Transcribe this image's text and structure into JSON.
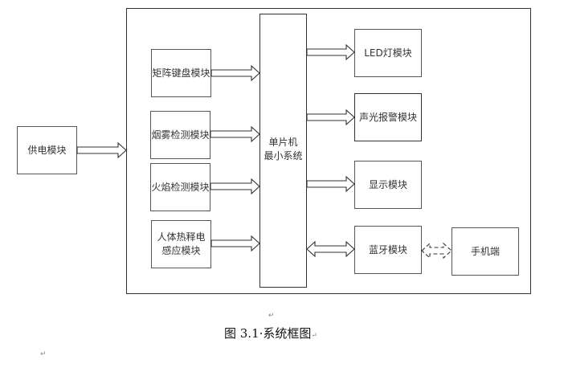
{
  "diagram": {
    "power": "供电模块",
    "mcu": [
      "单片机",
      "最小系统"
    ],
    "inputs": [
      {
        "label": "矩阵键盘模块"
      },
      {
        "label": "烟雾检测模块"
      },
      {
        "label": "火焰检测模块"
      },
      {
        "label": "人体热释电感应模块"
      }
    ],
    "outputs": [
      {
        "label": "LED灯模块",
        "direction": "out"
      },
      {
        "label": "声光报警模块",
        "direction": "out"
      },
      {
        "label": "显示模块",
        "direction": "out"
      },
      {
        "label": "蓝牙模块",
        "direction": "bidirectional"
      }
    ],
    "external": {
      "label": "手机端",
      "link": "wireless-bidirectional"
    }
  },
  "caption": "图 3.1·系统框图",
  "paragraph_mark": "↵"
}
